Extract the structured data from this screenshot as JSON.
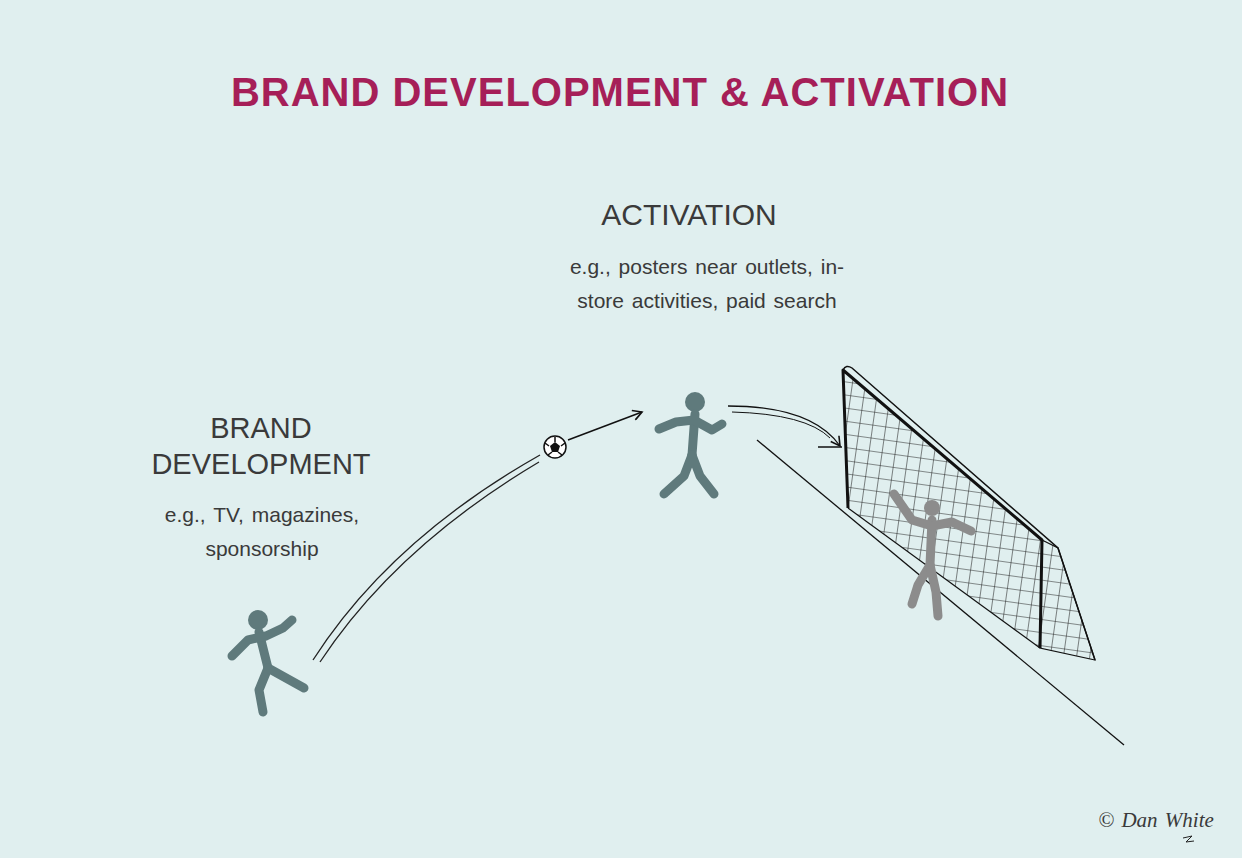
{
  "diagram": {
    "title": "BRAND DEVELOPMENT & ACTIVATION",
    "labels": [
      "BRAND DEVELOPMENT",
      "e.g., TV, magazines, sponsorship",
      "ACTIVATION",
      "e.g., posters near outlets, in-store activities, paid search",
      "© Dan White"
    ]
  }
}
